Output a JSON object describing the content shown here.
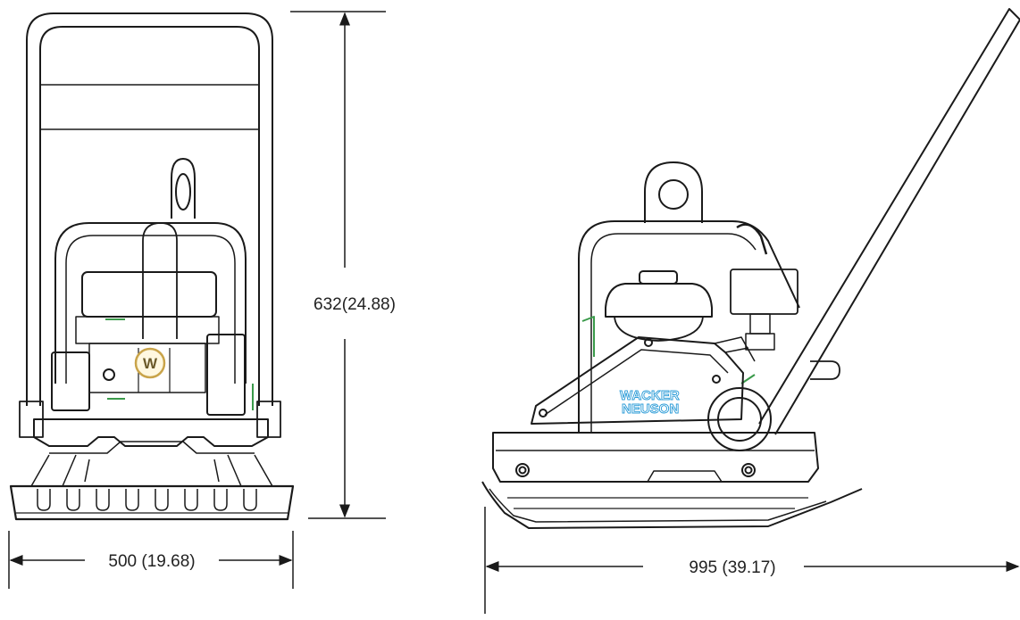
{
  "dimensions": {
    "height": "632(24.88)",
    "front_width": "500 (19.68)",
    "side_length": "995 (39.17)"
  },
  "brand": {
    "line1": "WACKER",
    "line2": "NEUSON",
    "logo_letter": "W"
  },
  "colors": {
    "line": "#1a1a1a",
    "brand_blue": "#2a9bd7",
    "logo_gold": "#c9a44a",
    "accent_green": "#3a9a4a"
  }
}
